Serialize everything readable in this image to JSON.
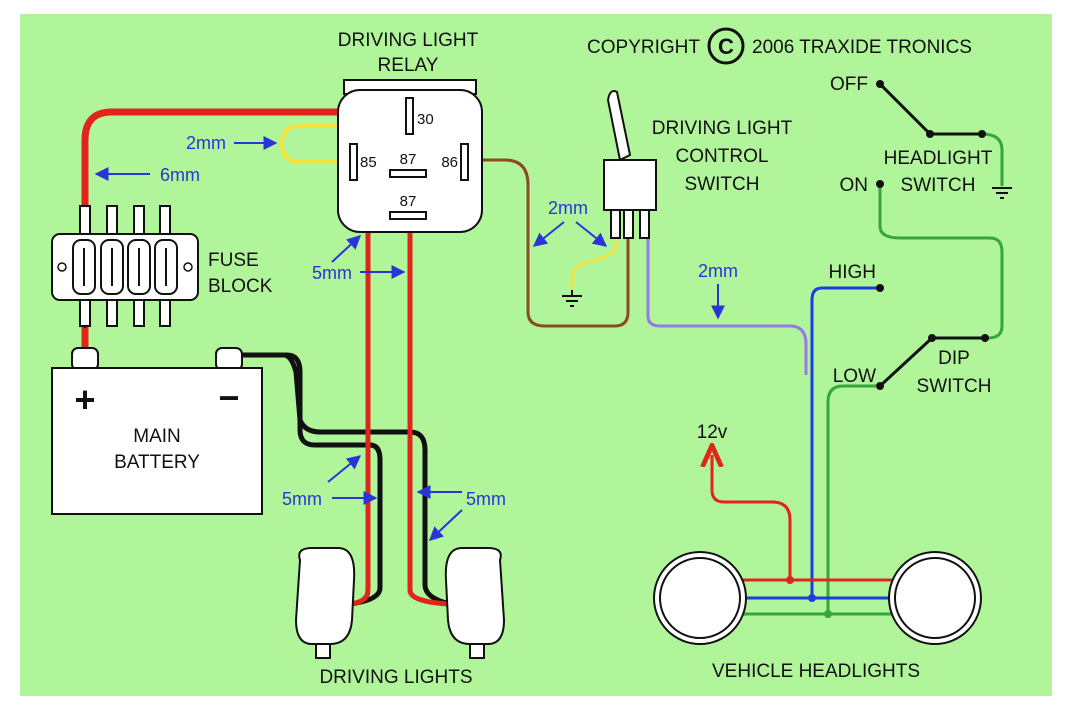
{
  "copyright": {
    "prefix": "COPYRIGHT",
    "symbol": "C",
    "suffix": "2006 TRAXIDE TRONICS"
  },
  "relay": {
    "title_line1": "DRIVING LIGHT",
    "title_line2": "RELAY",
    "pins": {
      "p30": "30",
      "p85": "85",
      "p87a": "87",
      "p86": "86",
      "p87b": "87"
    }
  },
  "control_switch": {
    "line1": "DRIVING LIGHT",
    "line2": "CONTROL",
    "line3": "SWITCH"
  },
  "headlight_switch": {
    "off": "OFF",
    "on": "ON",
    "line1": "HEADLIGHT",
    "line2": "SWITCH"
  },
  "fuse_block": {
    "line1": "FUSE",
    "line2": "BLOCK"
  },
  "battery": {
    "positive": "+",
    "negative": "−",
    "line1": "MAIN",
    "line2": "BATTERY"
  },
  "dip_switch": {
    "high": "HIGH",
    "low": "LOW",
    "line1": "DIP",
    "line2": "SWITCH"
  },
  "labels": {
    "wire_2mm_relay": "2mm",
    "wire_6mm": "6mm",
    "wire_5mm_relay": "5mm",
    "wire_2mm_switch": "2mm",
    "wire_2mm_purple": "2mm",
    "wire_5mm_left": "5mm",
    "wire_5mm_right": "5mm",
    "supply_12v": "12v",
    "driving_lights": "DRIVING LIGHTS",
    "vehicle_headlights": "VEHICLE HEADLIGHTS"
  },
  "colors": {
    "background": "#b0f59a",
    "red_wire": "#e1251b",
    "black_wire": "#111111",
    "yellow_wire": "#f6e23c",
    "brown_wire": "#8b4a27",
    "purple_wire": "#9a78e8",
    "blue_wire": "#1a3ee0",
    "green_wire": "#37a53a",
    "arrow_blue": "#2b34d6",
    "component_fill": "#ffffff"
  },
  "icons": [
    "ground-symbol",
    "copyright-symbol",
    "lamp-shape",
    "arrow-indicator"
  ]
}
